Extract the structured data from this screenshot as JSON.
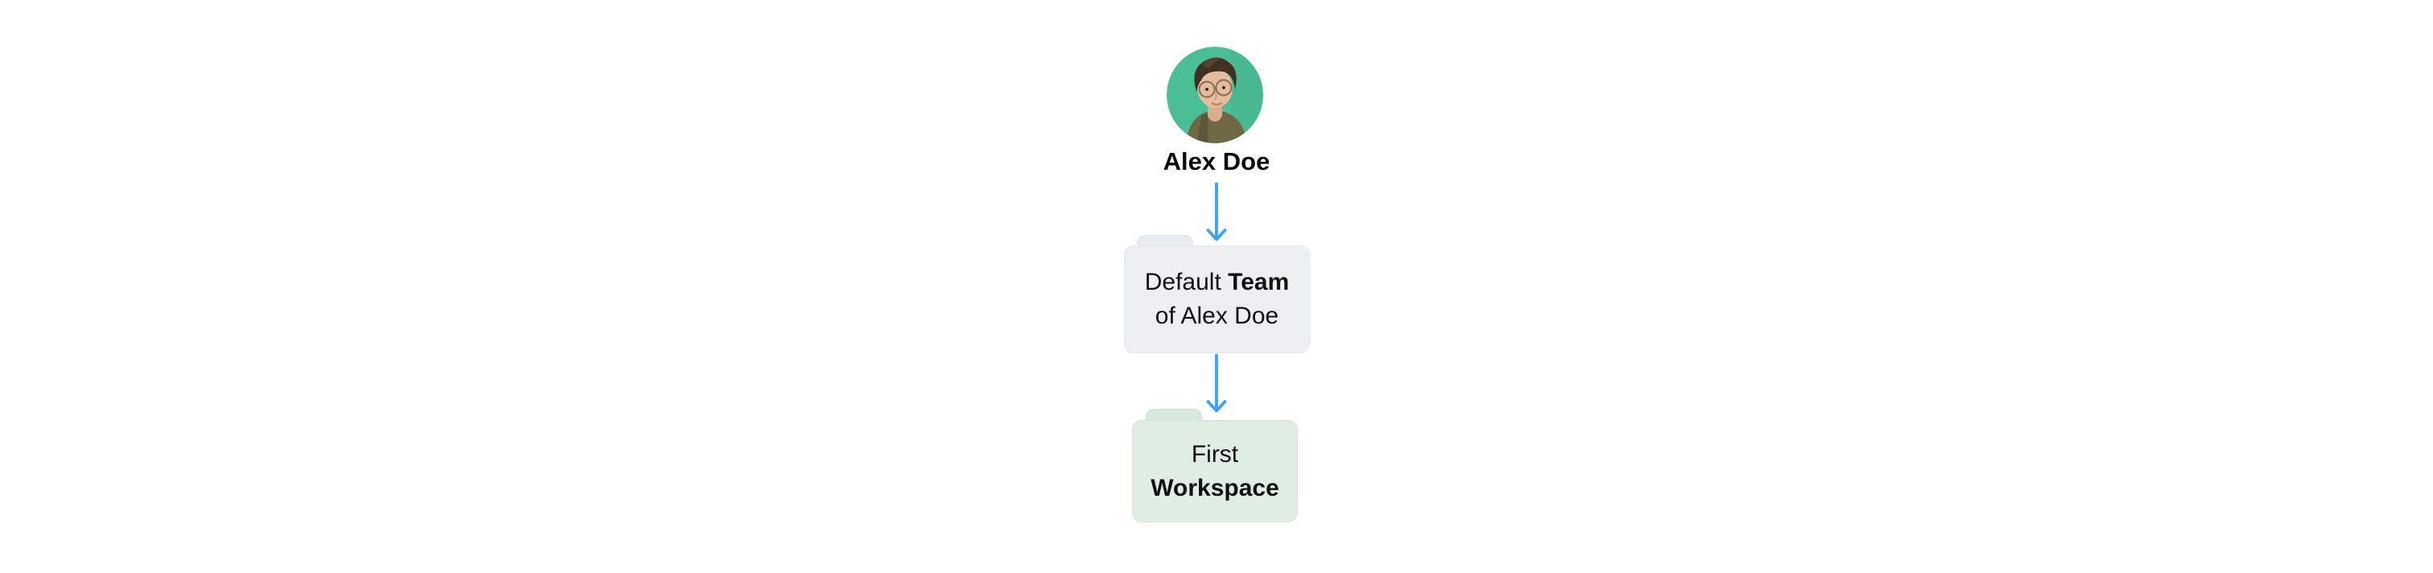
{
  "user": {
    "name": "Alex Doe",
    "avatar": "portrait photo of a man with glasses on a teal background"
  },
  "team_node": {
    "line1_regular": "Default ",
    "line1_bold": "Team",
    "line2": "of Alex Doe"
  },
  "workspace_node": {
    "line1_regular": "First",
    "line2_bold": "Workspace"
  },
  "colors": {
    "page_background": "#ffffff",
    "arrow_blue": "#3da2f5",
    "text": "#111111",
    "team_node_fill": "#edf0f3",
    "team_node_border": "#e2e6ea",
    "team_node_tab": "#e8ebef",
    "workspace_node_fill": "#dfede2",
    "workspace_node_border": "#d3e5d8",
    "workspace_node_tab": "#d8e8dc",
    "avatar_background": "#4cbe97"
  }
}
